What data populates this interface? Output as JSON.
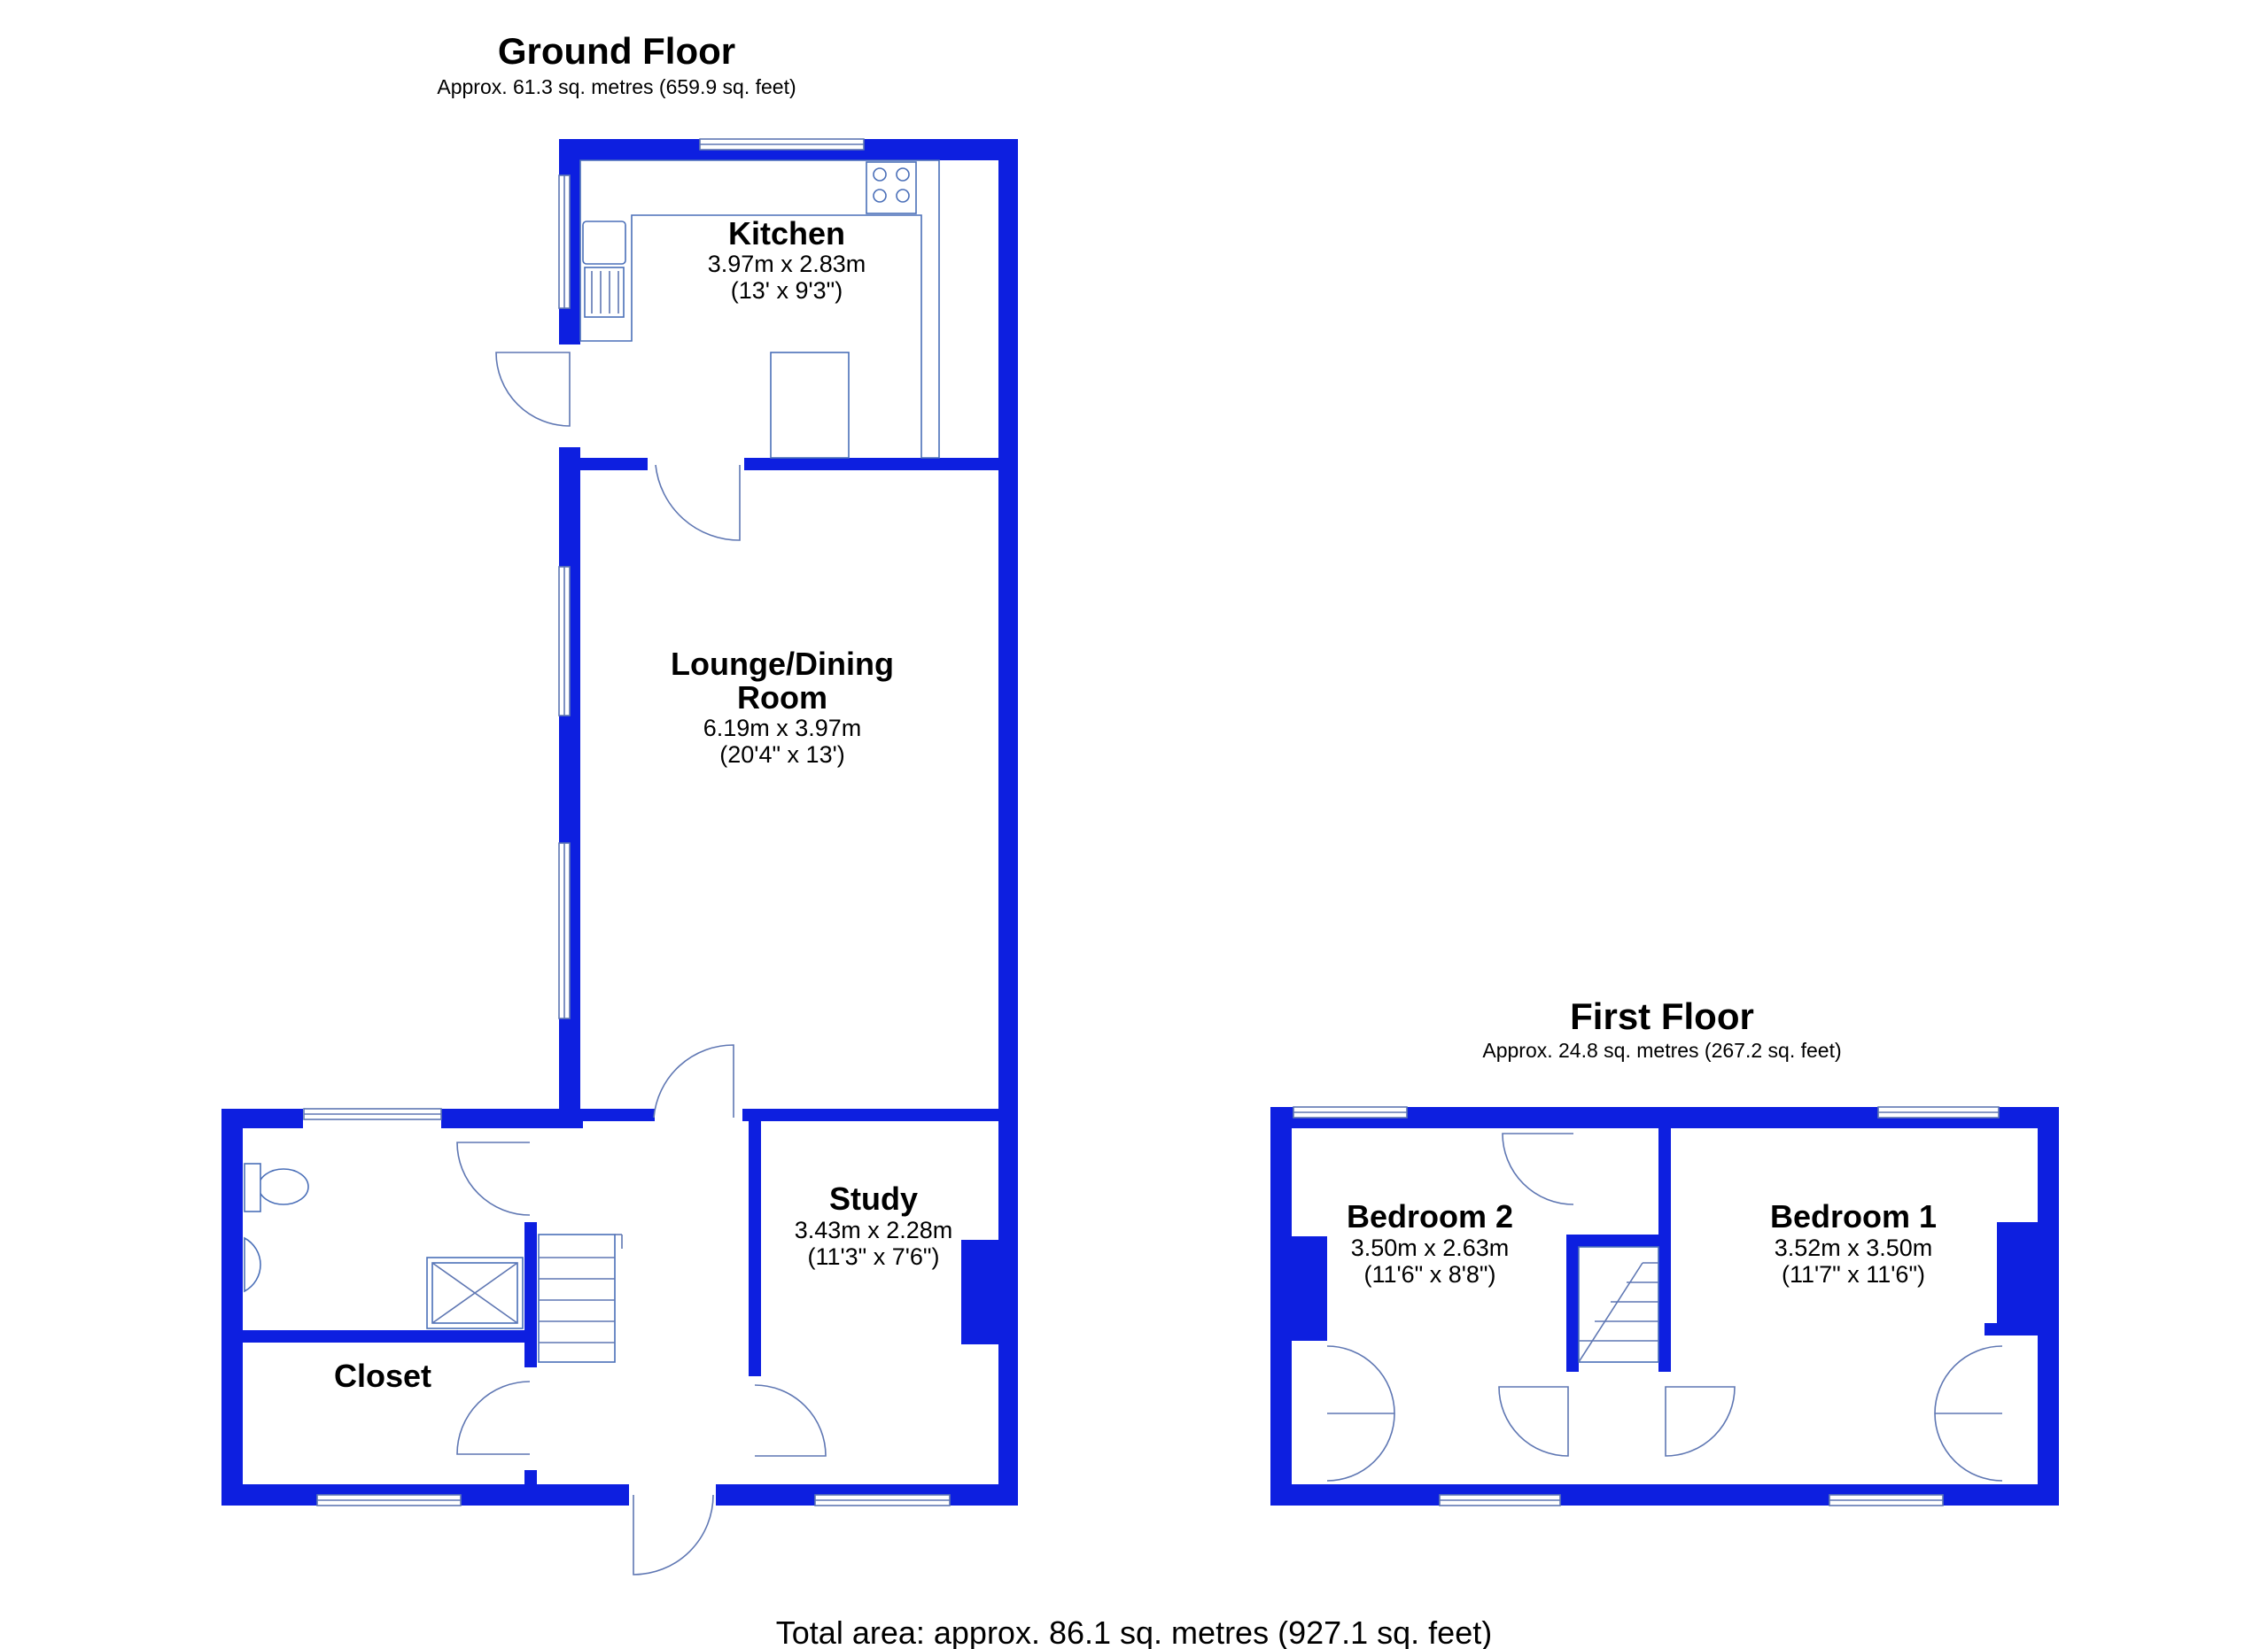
{
  "ground_floor": {
    "title": "Ground Floor",
    "area": "Approx. 61.3 sq. metres (659.9 sq. feet)",
    "rooms": {
      "kitchen": {
        "name": "Kitchen",
        "metric": "3.97m x 2.83m",
        "imperial": "(13' x 9'3\")"
      },
      "lounge": {
        "name_line1": "Lounge/Dining",
        "name_line2": "Room",
        "metric": "6.19m x 3.97m",
        "imperial": "(20'4\" x 13')"
      },
      "study": {
        "name": "Study",
        "metric": "3.43m x 2.28m",
        "imperial": "(11'3\" x 7'6\")"
      },
      "closet": {
        "name": "Closet"
      }
    }
  },
  "first_floor": {
    "title": "First Floor",
    "area": "Approx. 24.8 sq. metres (267.2 sq. feet)",
    "rooms": {
      "bedroom2": {
        "name": "Bedroom 2",
        "metric": "3.50m x 2.63m",
        "imperial": "(11'6\" x 8'8\")"
      },
      "bedroom1": {
        "name": "Bedroom 1",
        "metric": "3.52m x 3.50m",
        "imperial": "(11'7\" x 11'6\")"
      }
    }
  },
  "total_area": "Total area: approx. 86.1 sq. metres (927.1 sq. feet)",
  "colors": {
    "wall": "#0d1fe0",
    "fixture_line": "#4a6fb8"
  }
}
